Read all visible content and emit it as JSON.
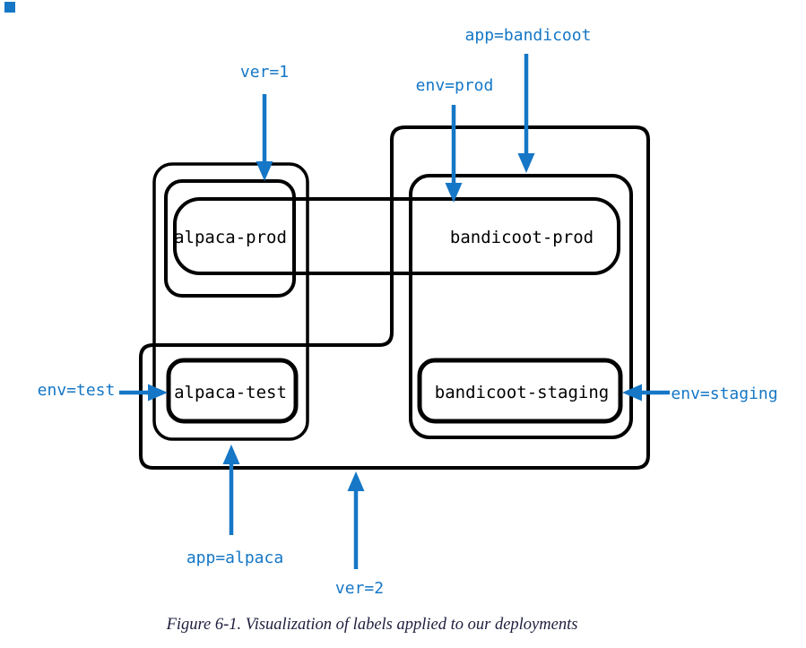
{
  "diagram": {
    "caption": "Figure 6-1. Visualization of labels applied to our deployments",
    "deployments": {
      "alpaca_prod": "alpaca-prod",
      "bandicoot_prod": "bandicoot-prod",
      "alpaca_test": "alpaca-test",
      "bandicoot_staging": "bandicoot-staging"
    },
    "labels": {
      "ver1": "ver=1",
      "app_bandicoot": "app=bandicoot",
      "env_prod": "env=prod",
      "env_test": "env=test",
      "env_staging": "env=staging",
      "app_alpaca": "app=alpaca",
      "ver2": "ver=2"
    },
    "colors": {
      "label_blue": "#1577c6",
      "line_black": "#000000",
      "caption_color": "#1e1e3e"
    }
  }
}
